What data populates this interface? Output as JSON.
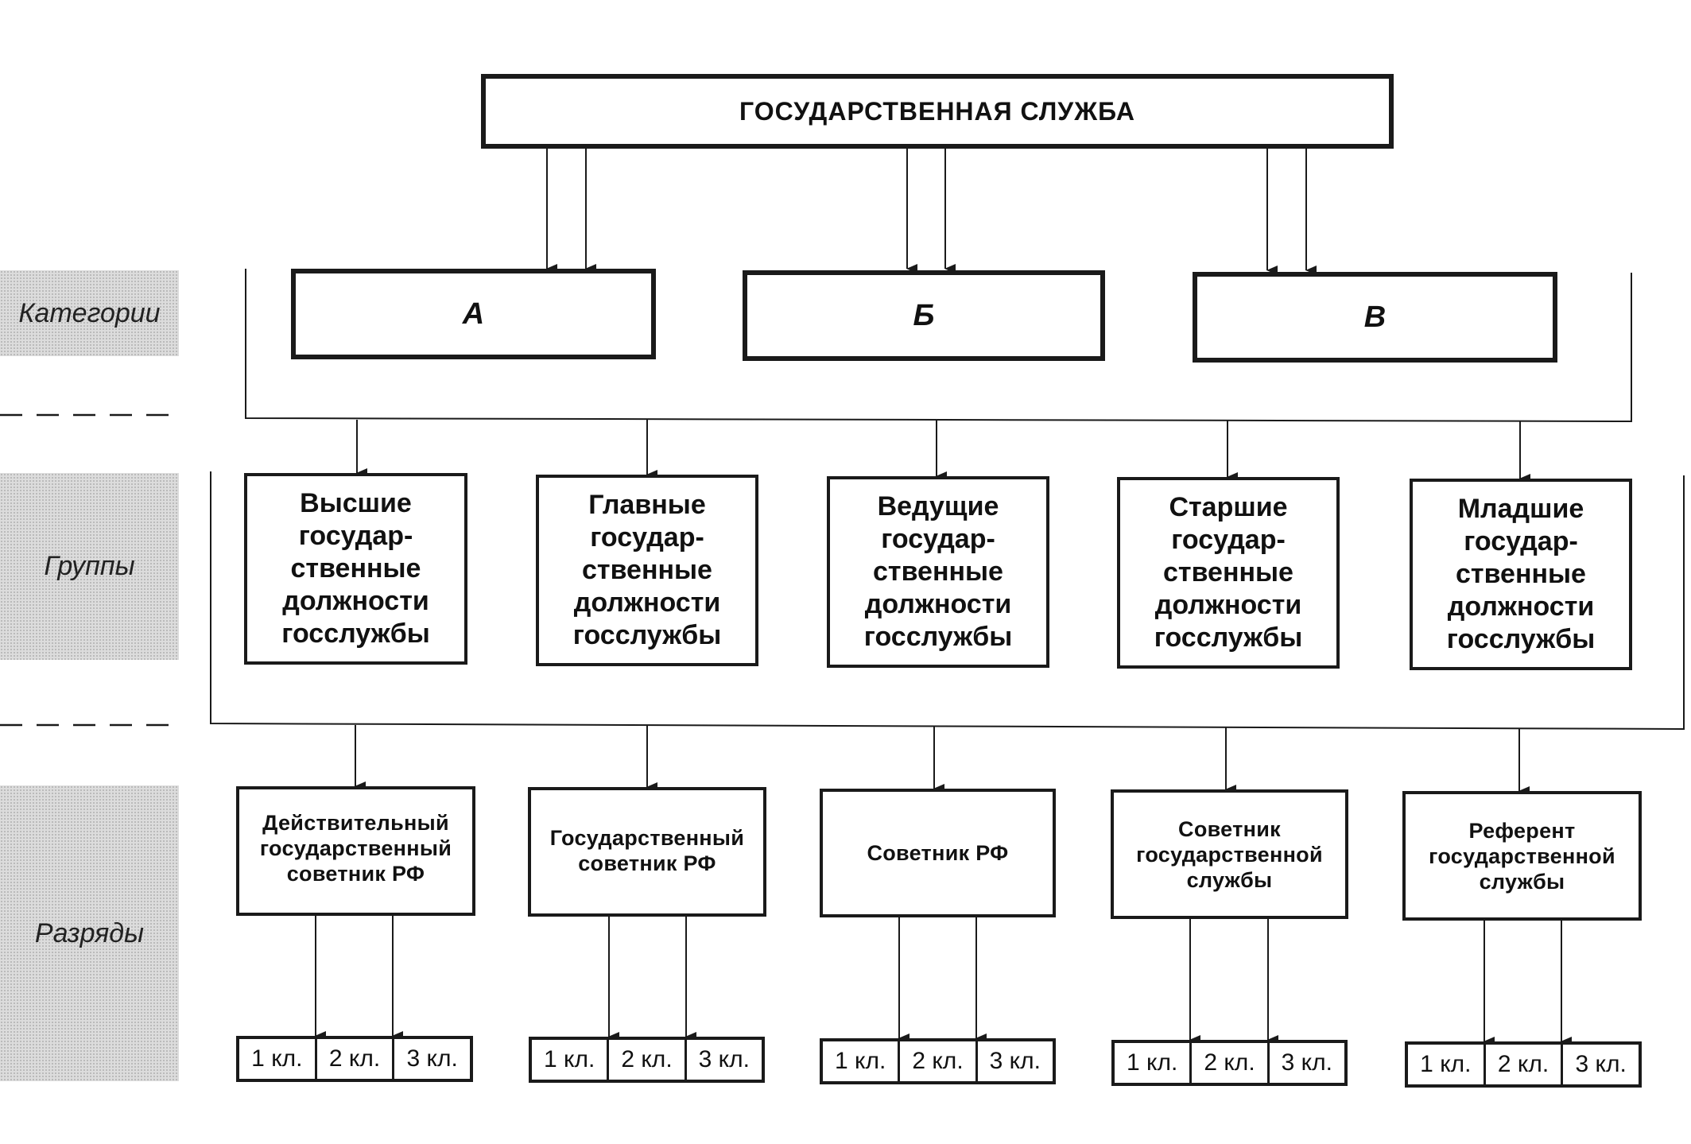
{
  "root": {
    "label": "ГОСУДАРСТВЕННАЯ СЛУЖБА"
  },
  "side_labels": {
    "categories": "Категории",
    "groups": "Группы",
    "ranks": "Разряды"
  },
  "categories": [
    {
      "label": "А"
    },
    {
      "label": "Б"
    },
    {
      "label": "В"
    }
  ],
  "groups": [
    {
      "lines": [
        "Высшие",
        "государ-",
        "ственные",
        "должности",
        "госслужбы"
      ]
    },
    {
      "lines": [
        "Главные",
        "государ-",
        "ственные",
        "должности",
        "госслужбы"
      ]
    },
    {
      "lines": [
        "Ведущие",
        "государ-",
        "ственные",
        "должности",
        "госслужбы"
      ]
    },
    {
      "lines": [
        "Старшие",
        "государ-",
        "ственные",
        "должности",
        "госслужбы"
      ]
    },
    {
      "lines": [
        "Младшие",
        "государ-",
        "ственные",
        "должности",
        "госслужбы"
      ]
    }
  ],
  "ranks": [
    {
      "lines": [
        "Действительный",
        "государственный",
        "советник РФ"
      ]
    },
    {
      "lines": [
        "Государственный",
        "советник РФ"
      ]
    },
    {
      "lines": [
        "Советник РФ"
      ]
    },
    {
      "lines": [
        "Советник",
        "государственной",
        "службы"
      ]
    },
    {
      "lines": [
        "Референт",
        "государственной",
        "службы"
      ]
    }
  ],
  "classes": [
    "1 кл.",
    "2 кл.",
    "3 кл."
  ]
}
